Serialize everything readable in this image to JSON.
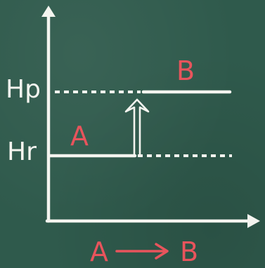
{
  "y_axis_labels": {
    "products": "Hp",
    "reactants": "Hr"
  },
  "levels": {
    "reactant_label": "A",
    "product_label": "B"
  },
  "reaction": {
    "reactant": "A",
    "product": "B"
  },
  "colors": {
    "board": "#2f5a4c",
    "chalk_white": "#f4f4ef",
    "chalk_red": "#e8545c"
  }
}
